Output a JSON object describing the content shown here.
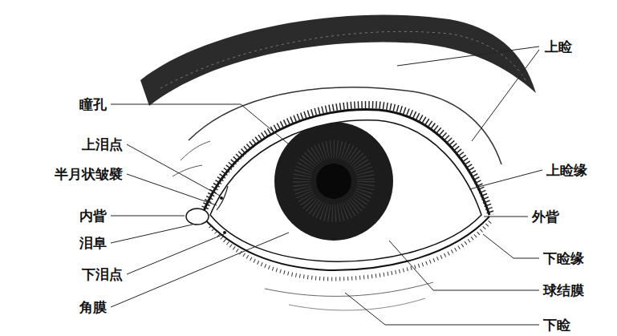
{
  "diagram": {
    "labels": [
      "上睑",
      "瞳孔",
      "上泪点",
      "半月状皱襞",
      "内眥",
      "泪阜",
      "下泪点",
      "角膜",
      "上睑缘",
      "外眥",
      "下睑缘",
      "球结膜",
      "下睑"
    ]
  }
}
